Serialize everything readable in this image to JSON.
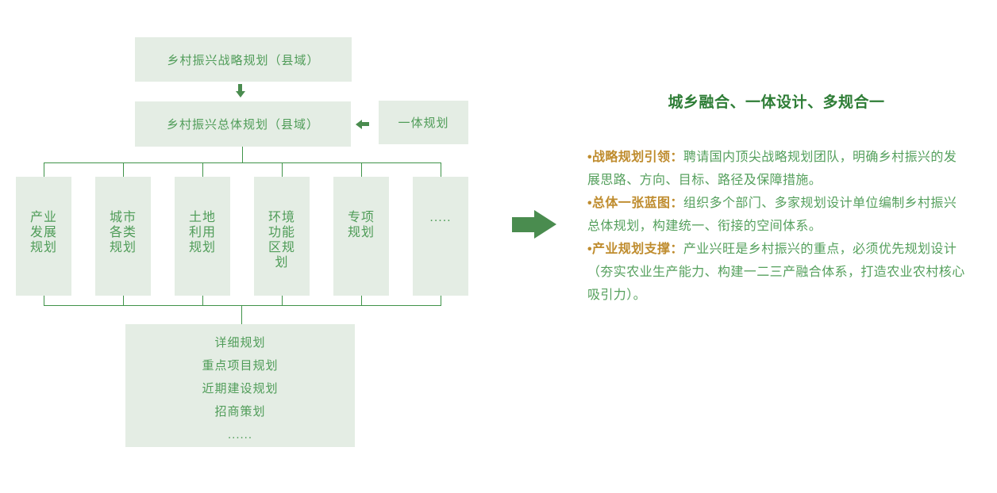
{
  "flowchart": {
    "top_box": "乡村振兴战略规划（县域）",
    "overall_box": "乡村振兴总体规划（县域）",
    "side_box": "一体规划",
    "children": [
      {
        "label": "产业\n发展\n规划"
      },
      {
        "label": "城市\n各类\n规划"
      },
      {
        "label": "土地\n利用\n规划"
      },
      {
        "label": "环境\n功能\n区规\n划"
      },
      {
        "label": "专项\n规划"
      },
      {
        "label": "....."
      }
    ],
    "bottom_box_lines": [
      "详细规划",
      "重点项目规划",
      "近期建设规划",
      "招商策划",
      "......"
    ]
  },
  "panel": {
    "title": "城乡融合、一体设计、多规合一",
    "bullets": [
      {
        "head": "•战略规划引领：",
        "body": "聘请国内顶尖战略规划团队，明确乡村振兴的发展思路、方向、目标、路径及保障措施。"
      },
      {
        "head": "•总体一张蓝图：",
        "body": "组织多个部门、多家规划设计单位编制乡村振兴总体规划，构建统一、衔接的空间体系。"
      },
      {
        "head": "•产业规划支撑：",
        "body": "产业兴旺是乡村振兴的重点，必须优先规划设计（夯实农业生产能力、构建一二三产融合体系，打造农业农村核心吸引力）。"
      }
    ]
  },
  "colors": {
    "box_fill": "#e4ede4",
    "box_text": "#4f9c58",
    "line": "#3f9349",
    "arrow": "#4a8c4f",
    "title": "#2e7d36",
    "body": "#55a05d",
    "highlight": "#bf8c2e"
  }
}
